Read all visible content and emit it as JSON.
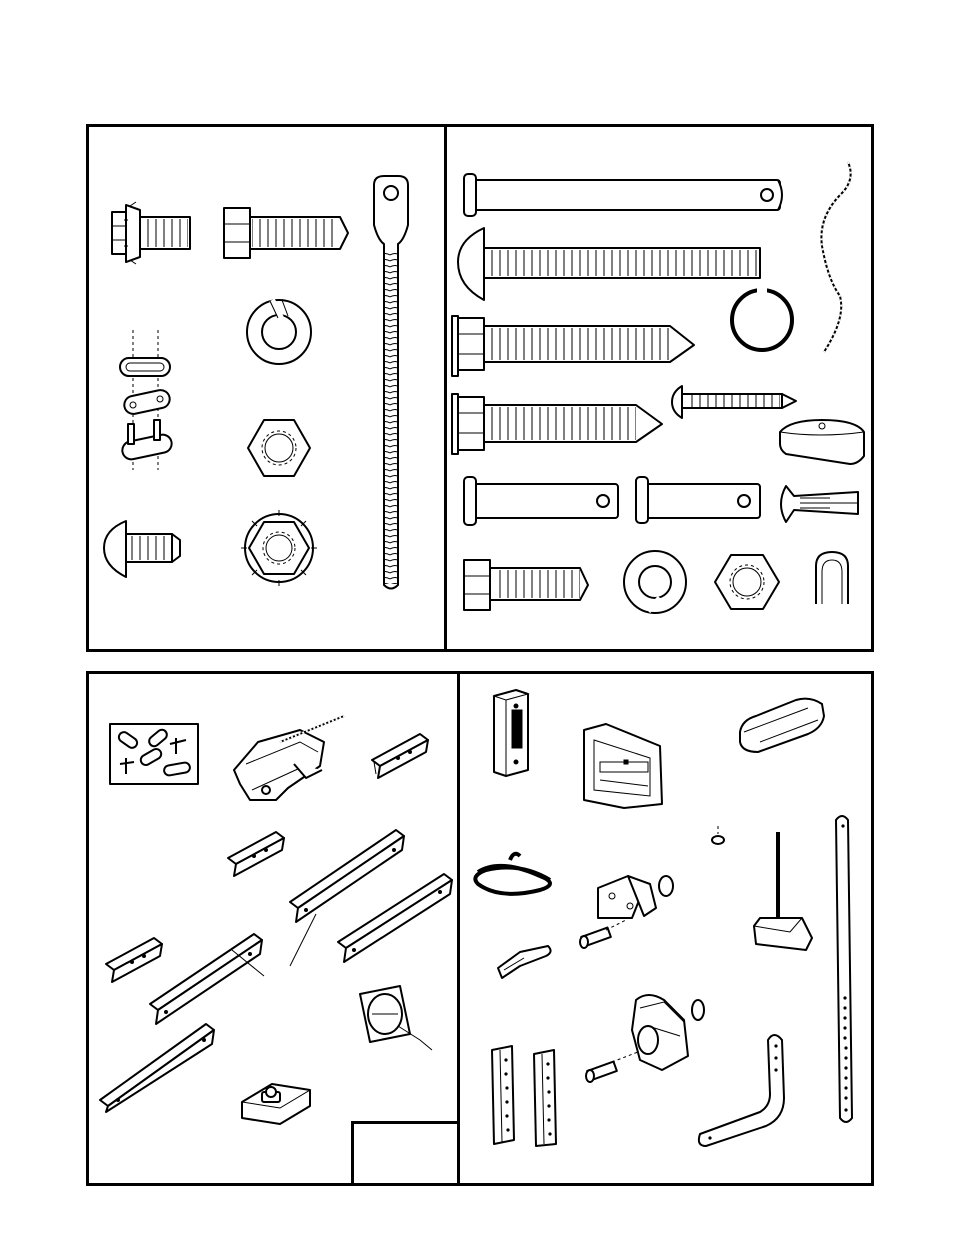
{
  "page": {
    "panels": [
      {
        "id": "small-hardware-panel"
      },
      {
        "id": "fastener-hardware-panel"
      },
      {
        "id": "rail-assembly-panel"
      },
      {
        "id": "opener-accessories-panel"
      }
    ],
    "part_number_box": ""
  }
}
